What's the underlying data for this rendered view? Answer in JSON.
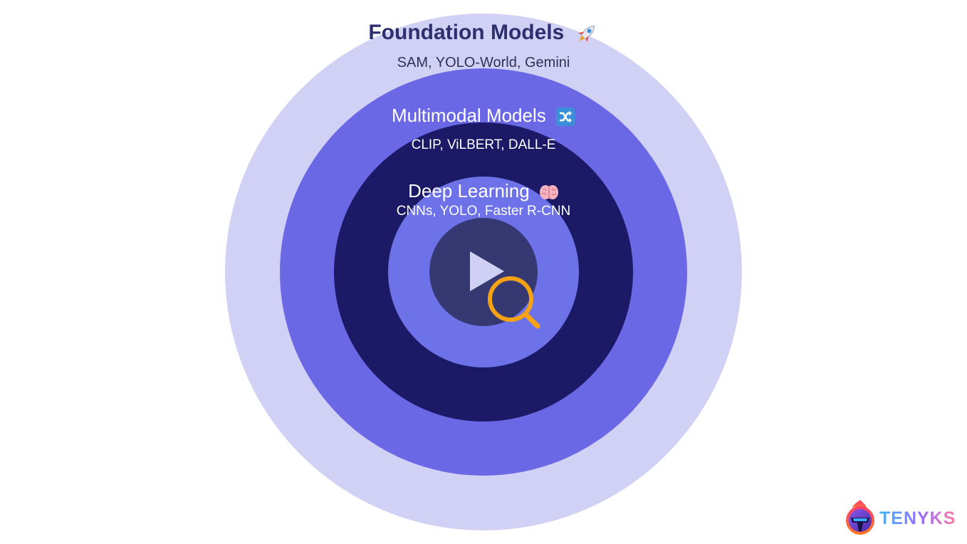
{
  "layers": [
    {
      "title": "Foundation Models",
      "subtitle": "SAM, YOLO-World, Gemini",
      "icon": "rocket-icon",
      "color": "#d0d1f5"
    },
    {
      "title": "Multimodal Models",
      "subtitle": "CLIP, ViLBERT, DALL-E",
      "icon": "shuffle-icon",
      "color": "#6b68e6"
    },
    {
      "title": "Deep Learning",
      "subtitle": "CNNs, YOLO, Faster R-CNN",
      "icon": "brain-icon",
      "color": "#1c1a66"
    }
  ],
  "inner_ring_color": "#6d72e8",
  "core": {
    "color": "#353871",
    "icons": [
      "play-icon",
      "magnifier-icon"
    ],
    "magnifier_color": "#f5a214"
  },
  "logo": {
    "text": "TENYKS",
    "icon": "helmet-logo-icon"
  }
}
